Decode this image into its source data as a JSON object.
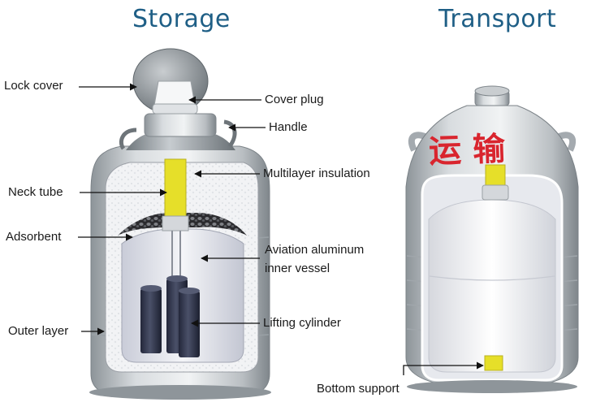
{
  "titles": {
    "storage": "Storage",
    "transport": "Transport"
  },
  "storage_labels": {
    "lock_cover": "Lock cover",
    "cover_plug": "Cover plug",
    "handle": "Handle",
    "multilayer_insulation": "Multilayer insulation",
    "neck_tube": "Neck tube",
    "adsorbent": "Adsorbent",
    "inner_vessel_line1": "Aviation aluminum",
    "inner_vessel_line2": "inner vessel",
    "lifting_cylinder": "Lifting cylinder",
    "outer_layer": "Outer layer"
  },
  "transport_labels": {
    "bottom_support": "Bottom support"
  },
  "tank_text": {
    "chars": "运输"
  },
  "colors": {
    "title": "#1f5f86",
    "tank_text": "#d9252e",
    "neck_tube": "#e6df29",
    "cylinders": "#3a3f55"
  }
}
